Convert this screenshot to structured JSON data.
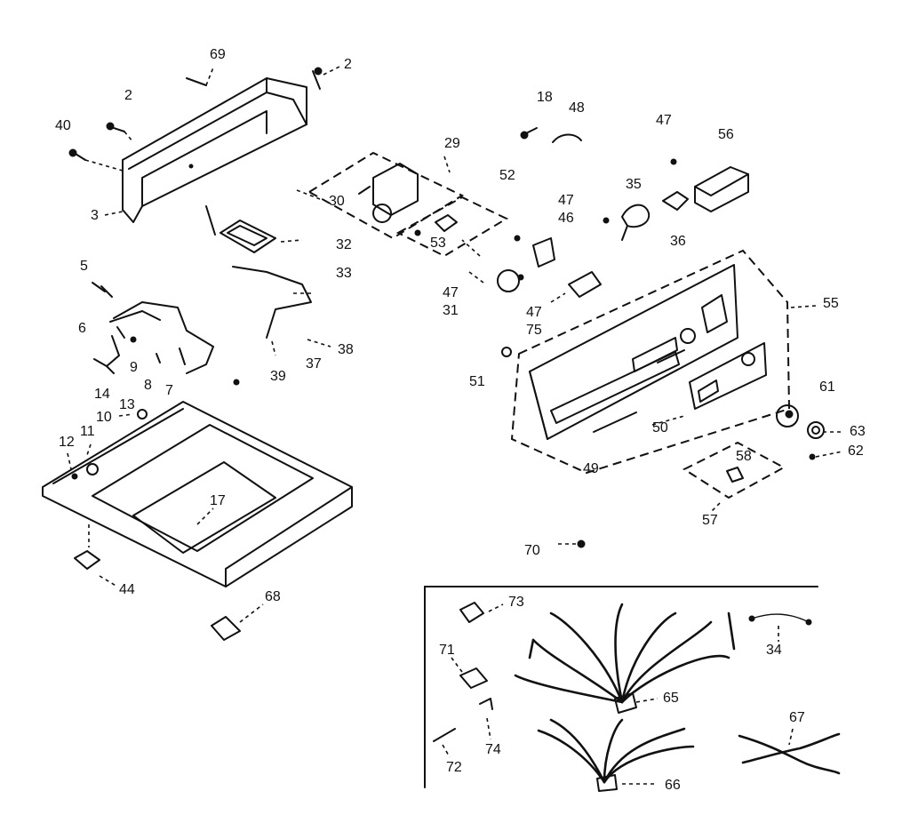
{
  "labels": {
    "l2a": "2",
    "l2b": "2",
    "l69": "69",
    "l40": "40",
    "l3": "3",
    "l18": "18",
    "l48": "48",
    "l47a": "47",
    "l56": "56",
    "l29": "29",
    "l52": "52",
    "l30": "30",
    "l47b": "47",
    "l46": "46",
    "l35": "35",
    "l36": "36",
    "l53": "53",
    "l32": "32",
    "l33": "33",
    "l5": "5",
    "l6": "6",
    "l47c": "47",
    "l31": "31",
    "l47d": "47",
    "l75": "75",
    "l55": "55",
    "l38": "38",
    "l37": "37",
    "l39": "39",
    "l9": "9",
    "l8": "8",
    "l7": "7",
    "l14": "14",
    "l13": "13",
    "l51": "51",
    "l61": "61",
    "l10": "10",
    "l11": "11",
    "l12": "12",
    "l50": "50",
    "l63": "63",
    "l62": "62",
    "l58": "58",
    "l49": "49",
    "l17": "17",
    "l57": "57",
    "l70": "70",
    "l44": "44",
    "l68": "68",
    "l73": "73",
    "l71": "71",
    "l65": "65",
    "l34": "34",
    "l67": "67",
    "l74": "74",
    "l72": "72",
    "l66": "66"
  }
}
